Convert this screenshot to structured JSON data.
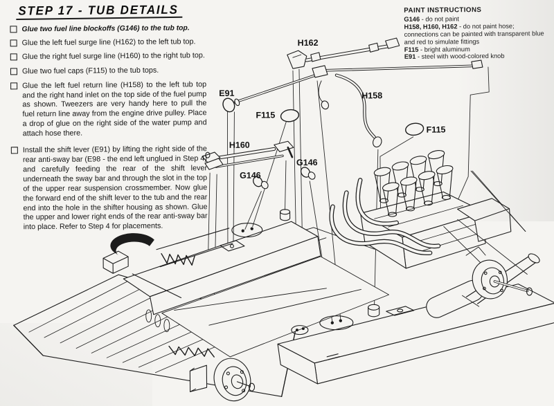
{
  "page": {
    "title": "STEP 17 - TUB DETAILS"
  },
  "checklist": {
    "items": [
      {
        "text": "Glue two fuel line blockoffs (G146) to the tub top."
      },
      {
        "text": "Glue the left fuel surge line (H162) to the left tub top."
      },
      {
        "text": "Glue the right fuel surge line (H160) to the right tub top."
      },
      {
        "text": "Glue two fuel caps (F115) to the tub tops."
      },
      {
        "text": "Glue the left fuel return line (H158) to the left tub top and the right hand inlet on the top side of the fuel pump as shown.  Tweezers are very handy here to pull the fuel return line away from the engine drive pulley.  Place a drop of glue on the right side of the water pump and attach hose there."
      },
      {
        "text": "Install the shift lever (E91) by lifting the right side of the rear anti-sway bar (E98 - the end left unglued in Step 4) and carefully feeding the rear of the shift lever underneath the sway bar and through the slot in the top of the upper rear suspension crossmember.  Now glue the forward end of the shift lever to the tub and the rear end into the hole in the shifter housing as shown.  Glue the upper and lower right ends of the rear anti-sway bar into place.  Refer to Step 4 for placements."
      }
    ]
  },
  "paint_instructions": {
    "heading": "PAINT INSTRUCTIONS",
    "items": [
      {
        "code": "G146",
        "note": " - do not paint"
      },
      {
        "code": "H158, H160, H162",
        "note": " - do not paint hose; connections can be painted with transparent blue and red to simulate fittings"
      },
      {
        "code": "F115",
        "note": " - bright aluminum"
      },
      {
        "code": "E91",
        "note": " - steel with wood-colored knob"
      }
    ]
  },
  "diagram": {
    "labels": [
      {
        "text": "H162"
      },
      {
        "text": "E91"
      },
      {
        "text": "F115"
      },
      {
        "text": "H158"
      },
      {
        "text": "F115"
      },
      {
        "text": "H160"
      },
      {
        "text": "G146"
      },
      {
        "text": "G146"
      }
    ]
  },
  "colors": {
    "ink": "#1c1c1c",
    "paper": "#f5f4f1"
  }
}
